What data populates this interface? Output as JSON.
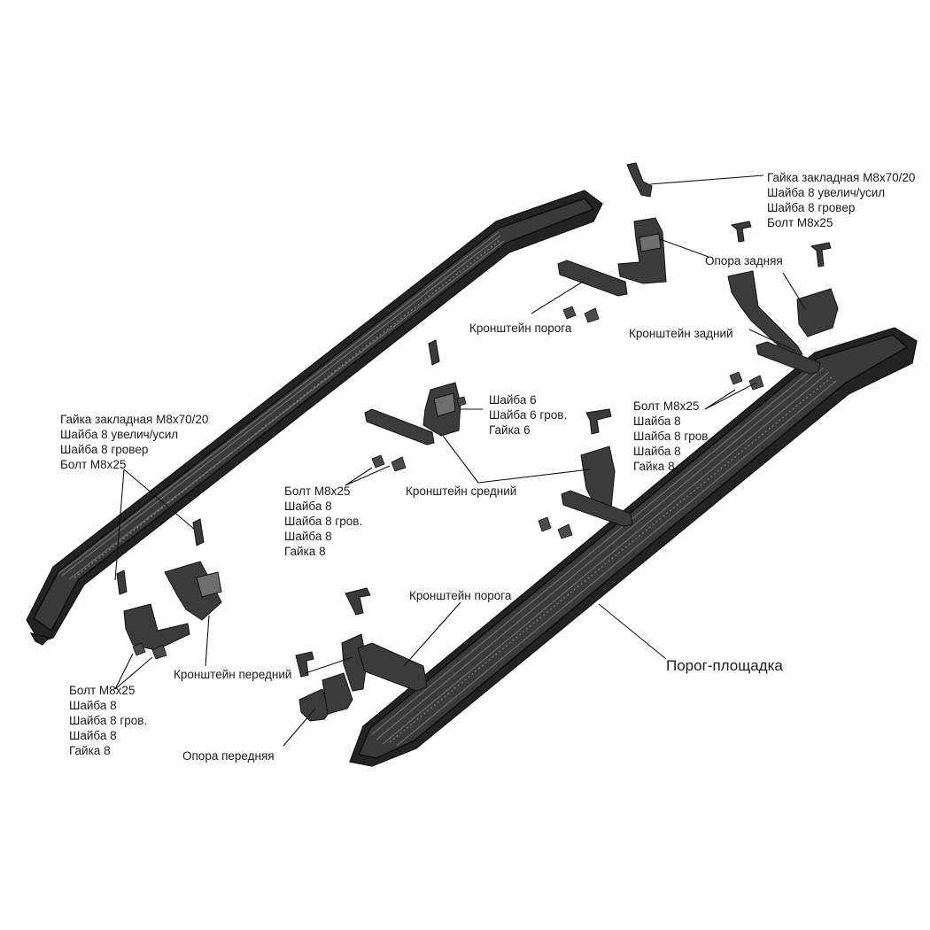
{
  "labels": {
    "top_right_hardware": [
      "Гайка закладная М8х70/20",
      "Шайба 8 увелич/усил",
      "Шайба 8 гровер",
      "Болт М8х25"
    ],
    "rear_support": "Опора задняя",
    "sill_bracket_top": "Кронштейн порога",
    "rear_bracket": "Кронштейн задний",
    "middle_washers": [
      "Шайба 6",
      "Шайба 6 гров.",
      "Гайка 6"
    ],
    "right_bolt_set": [
      "Болт М8х25",
      "Шайба 8",
      "Шайба 8 гров.",
      "Шайба 8",
      "Гайка 8"
    ],
    "left_hardware": [
      "Гайка закладная М8х70/20",
      "Шайба 8 увелич/усил",
      "Шайба 8 гровер",
      "Болт М8х25"
    ],
    "center_bolt_set": [
      "Болт М8х25",
      "Шайба 8",
      "Шайба 8 гров.",
      "Шайба 8",
      "Гайка 8"
    ],
    "middle_bracket": "Кронштейн средний",
    "sill_bracket_bottom": "Кронштейн порога",
    "platform_step": "Порог-площадка",
    "front_bracket": "Кронштейн передний",
    "front_bolt_set": [
      "Болт М8х25",
      "Шайба 8",
      "Шайба 8 гров.",
      "Шайба 8",
      "Гайка 8"
    ],
    "front_support": "Опора передняя"
  }
}
